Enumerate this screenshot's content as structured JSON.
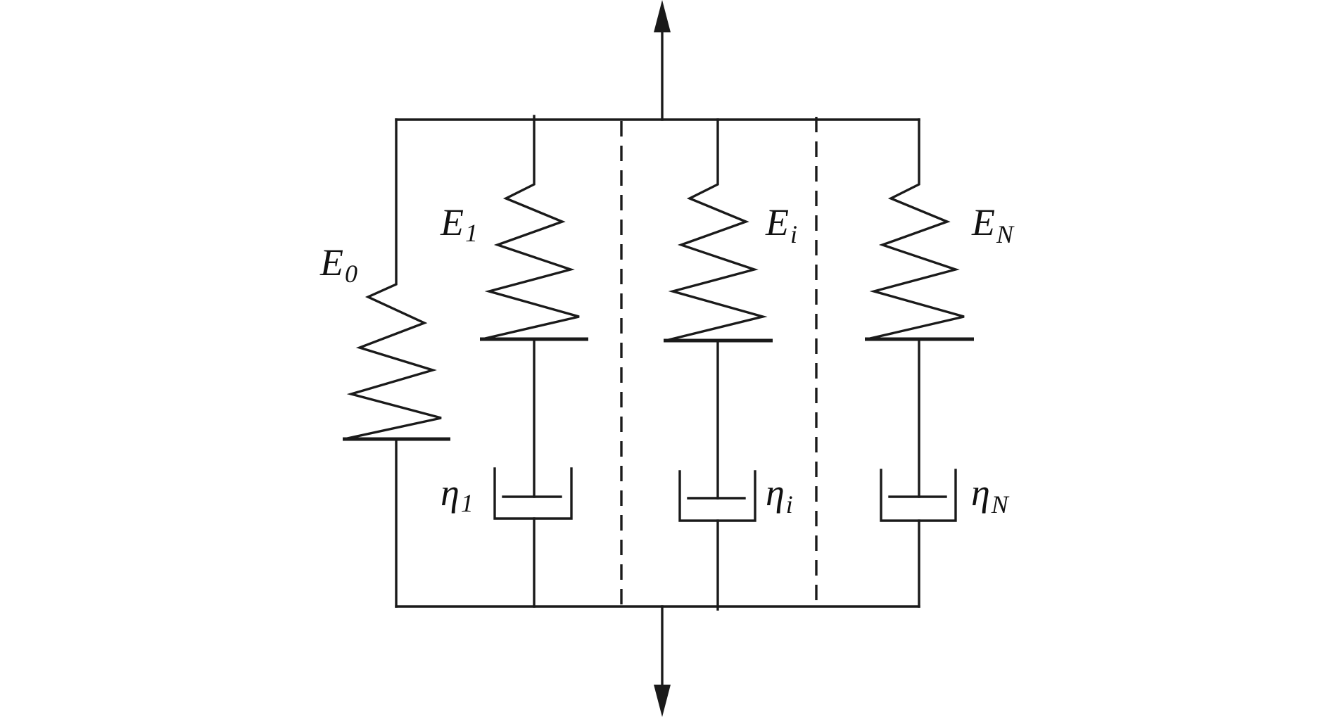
{
  "diagram": {
    "labels": {
      "E0": {
        "symbol": "E",
        "subscript": "0"
      },
      "E1": {
        "symbol": "E",
        "subscript": "1"
      },
      "Ei": {
        "symbol": "E",
        "subscript": "i"
      },
      "EN": {
        "symbol": "E",
        "subscript": "N"
      },
      "eta1": {
        "symbol": "η",
        "subscript": "1"
      },
      "etai": {
        "symbol": "η",
        "subscript": "i"
      },
      "etaN": {
        "symbol": "η",
        "subscript": "N"
      }
    },
    "colors": {
      "stroke": "#1a1a1a",
      "background": "#ffffff"
    }
  }
}
